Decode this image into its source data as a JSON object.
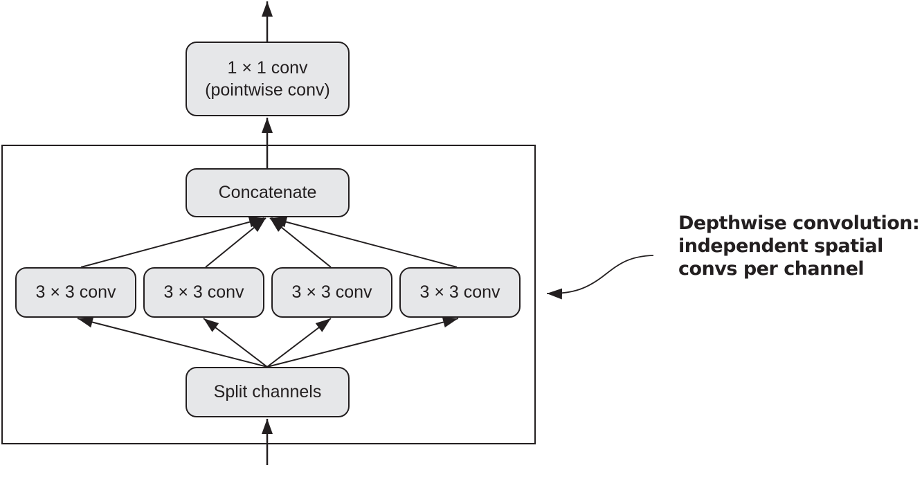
{
  "diagram": {
    "title": "Depthwise separable convolution",
    "pointwise": {
      "line1": "1 × 1 conv",
      "line2": "(pointwise conv)"
    },
    "concatenate": {
      "label": "Concatenate"
    },
    "depthwise_convs": [
      {
        "label": "3 × 3 conv"
      },
      {
        "label": "3 × 3 conv"
      },
      {
        "label": "3 × 3 conv"
      },
      {
        "label": "3 × 3 conv"
      }
    ],
    "split": {
      "label": "Split channels"
    },
    "annotation": {
      "line1": "Depthwise convolution:",
      "line2": "independent spatial",
      "line3": "convs per channel"
    },
    "colors": {
      "box_fill": "#e6e7e9",
      "stroke": "#231f20",
      "background": "#ffffff"
    }
  }
}
